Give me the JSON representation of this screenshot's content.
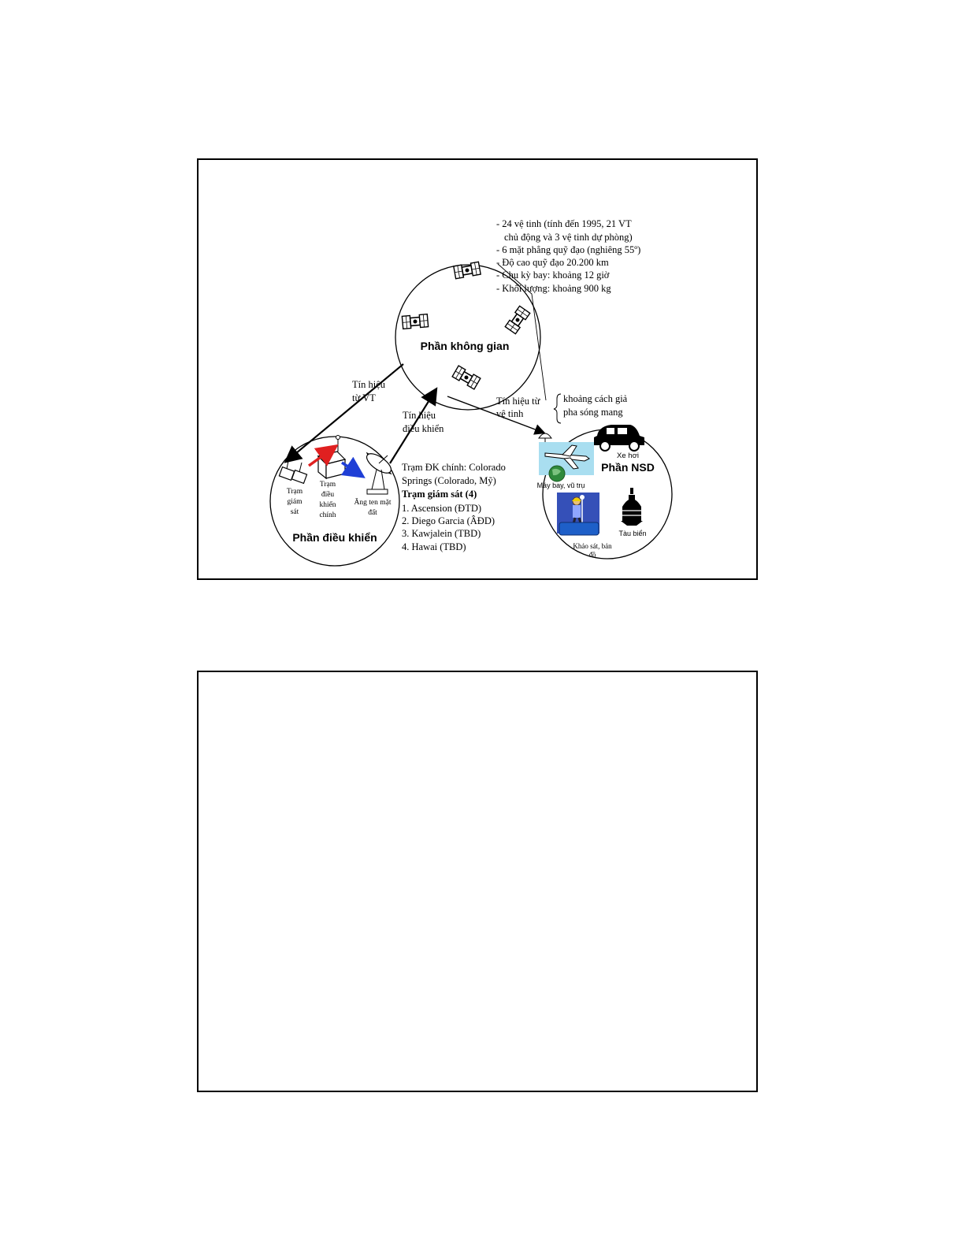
{
  "space_segment": {
    "title": "Phần không gian",
    "specs": [
      "- 24 vệ tinh (tính đến 1995, 21 VT",
      "chủ động và 3 vệ tinh dự phòng)",
      "- 6 mặt phẳng quỹ đạo (nghiêng 55º)",
      "- Độ cao quỹ đạo 20.200 km",
      "- Chu kỳ bay: khoảng 12 giờ",
      "- Khối lượng: khoảng 900 kg"
    ]
  },
  "control_segment": {
    "title": "Phần điều khiển",
    "monitor_label": [
      "Trạm",
      "giám",
      "sát"
    ],
    "master_label": [
      "Trạm",
      "điều",
      "khiển",
      "chính"
    ],
    "antenna_label": [
      "Ăng ten mặt",
      "đất"
    ],
    "master_station": [
      "Trạm ĐK chính: Colorado",
      "Springs (Colorado, Mỹ)"
    ],
    "monitor_heading": "Trạm giám sát (4)",
    "monitor_stations": [
      "1. Ascension (ĐTD)",
      "2. Diego Garcia (ÂĐD)",
      "3. Kawjalein (TBD)",
      "4. Hawai (TBD)"
    ]
  },
  "user_segment": {
    "title": "Phần NSD",
    "car_label": "Xe hơi",
    "aircraft_label": "Máy bay, vũ trụ",
    "survey_label": [
      "Khảo sát, bản",
      "đồ"
    ],
    "ship_label": "Tàu biển"
  },
  "signals": {
    "from_satellite_to_control": [
      "Tín hiệu",
      "từ VT"
    ],
    "control_signal": [
      "Tín hiệu",
      "điều khiển"
    ],
    "from_satellite_to_user": [
      "Tín hiệu từ",
      "vệ tinh"
    ],
    "measurements": [
      "khoảng cách giả",
      "pha sóng mang"
    ]
  },
  "colors": {
    "uplink_arrow": "#e02020",
    "downlink_arrow": "#1f3fd6",
    "aircraft_panel": "#a9def0",
    "surveyor_bg": "#3550b8",
    "receiver_box": "#1e5fc8",
    "globe": "#2f8a3c"
  }
}
